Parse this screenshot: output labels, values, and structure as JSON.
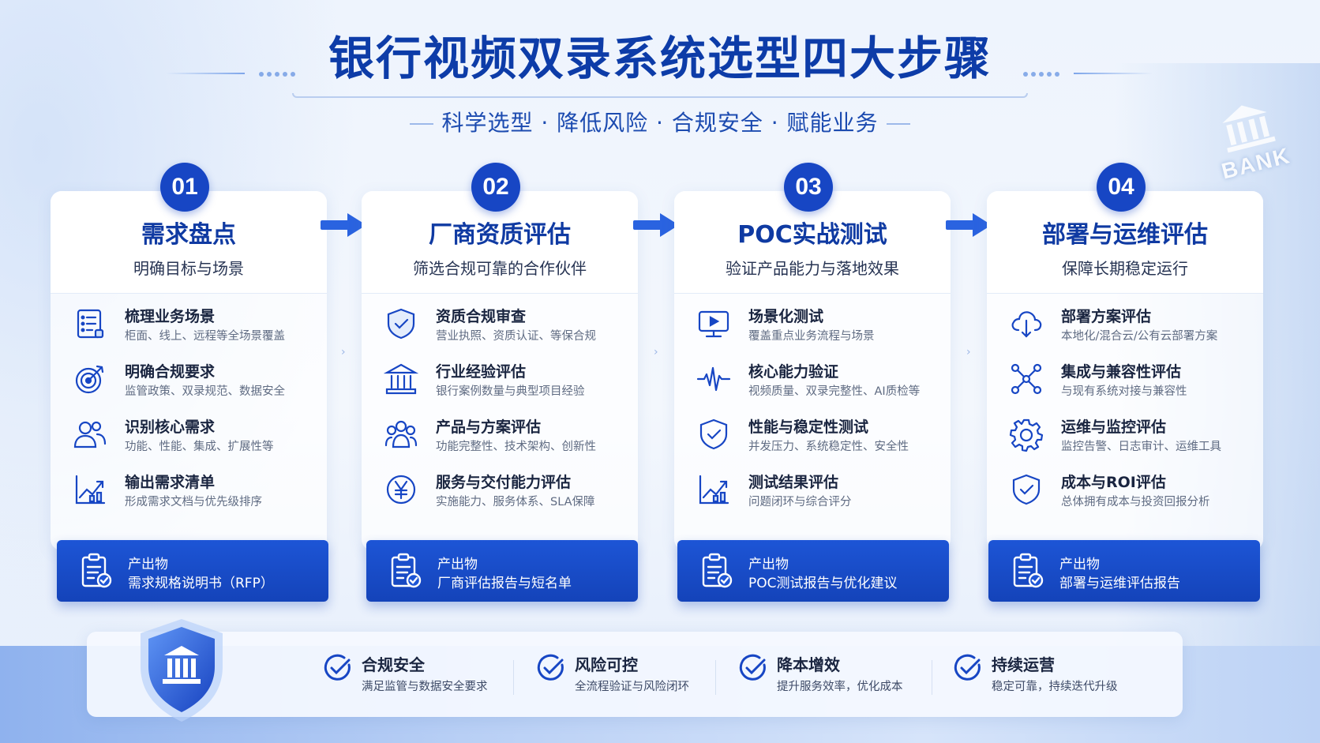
{
  "header": {
    "title": "银行视频双录系统选型四大步骤",
    "subtitle": "科学选型 · 降低风险 · 合规安全 · 赋能业务"
  },
  "bank_sign": {
    "text": "BANK"
  },
  "steps": [
    {
      "num": "01",
      "title": "需求盘点",
      "sub": "明确目标与场景",
      "items": [
        {
          "icon": "list-icon",
          "title": "梳理业务场景",
          "desc": "柜面、线上、远程等全场景覆盖"
        },
        {
          "icon": "target-icon",
          "title": "明确合规要求",
          "desc": "监管政策、双录规范、数据安全"
        },
        {
          "icon": "users-icon",
          "title": "识别核心需求",
          "desc": "功能、性能、集成、扩展性等"
        },
        {
          "icon": "chart-icon",
          "title": "输出需求清单",
          "desc": "形成需求文档与优先级排序"
        }
      ],
      "output_label": "产出物",
      "output_text": "需求规格说明书（RFP）"
    },
    {
      "num": "02",
      "title": "厂商资质评估",
      "sub": "筛选合规可靠的合作伙伴",
      "items": [
        {
          "icon": "shield-check-icon",
          "title": "资质合规审查",
          "desc": "营业执照、资质认证、等保合规"
        },
        {
          "icon": "bank-icon",
          "title": "行业经验评估",
          "desc": "银行案例数量与典型项目经验"
        },
        {
          "icon": "team-icon",
          "title": "产品与方案评估",
          "desc": "功能完整性、技术架构、创新性"
        },
        {
          "icon": "yen-icon",
          "title": "服务与交付能力评估",
          "desc": "实施能力、服务体系、SLA保障"
        }
      ],
      "output_label": "产出物",
      "output_text": "厂商评估报告与短名单"
    },
    {
      "num": "03",
      "title": "POC实战测试",
      "sub": "验证产品能力与落地效果",
      "items": [
        {
          "icon": "monitor-play-icon",
          "title": "场景化测试",
          "desc": "覆盖重点业务流程与场景"
        },
        {
          "icon": "waveform-icon",
          "title": "核心能力验证",
          "desc": "视频质量、双录完整性、AI质检等"
        },
        {
          "icon": "shield-check-icon",
          "title": "性能与稳定性测试",
          "desc": "并发压力、系统稳定性、安全性"
        },
        {
          "icon": "chart-icon",
          "title": "测试结果评估",
          "desc": "问题闭环与综合评分"
        }
      ],
      "output_label": "产出物",
      "output_text": "POC测试报告与优化建议"
    },
    {
      "num": "04",
      "title": "部署与运维评估",
      "sub": "保障长期稳定运行",
      "items": [
        {
          "icon": "cloud-icon",
          "title": "部署方案评估",
          "desc": "本地化/混合云/公有云部署方案"
        },
        {
          "icon": "network-icon",
          "title": "集成与兼容性评估",
          "desc": "与现有系统对接与兼容性"
        },
        {
          "icon": "gear-icon",
          "title": "运维与监控评估",
          "desc": "监控告警、日志审计、运维工具"
        },
        {
          "icon": "shield-check-icon",
          "title": "成本与ROI评估",
          "desc": "总体拥有成本与投资回报分析"
        }
      ],
      "output_label": "产出物",
      "output_text": "部署与运维评估报告"
    }
  ],
  "benefits": [
    {
      "title": "合规安全",
      "desc": "满足监管与数据安全要求"
    },
    {
      "title": "风险可控",
      "desc": "全流程验证与风险闭环"
    },
    {
      "title": "降本增效",
      "desc": "提升服务效率，优化成本"
    },
    {
      "title": "持续运营",
      "desc": "稳定可靠，持续迭代升级"
    }
  ],
  "colors": {
    "primary": "#1746c4",
    "title": "#0d3ca8",
    "band": "#8fb2ee"
  }
}
